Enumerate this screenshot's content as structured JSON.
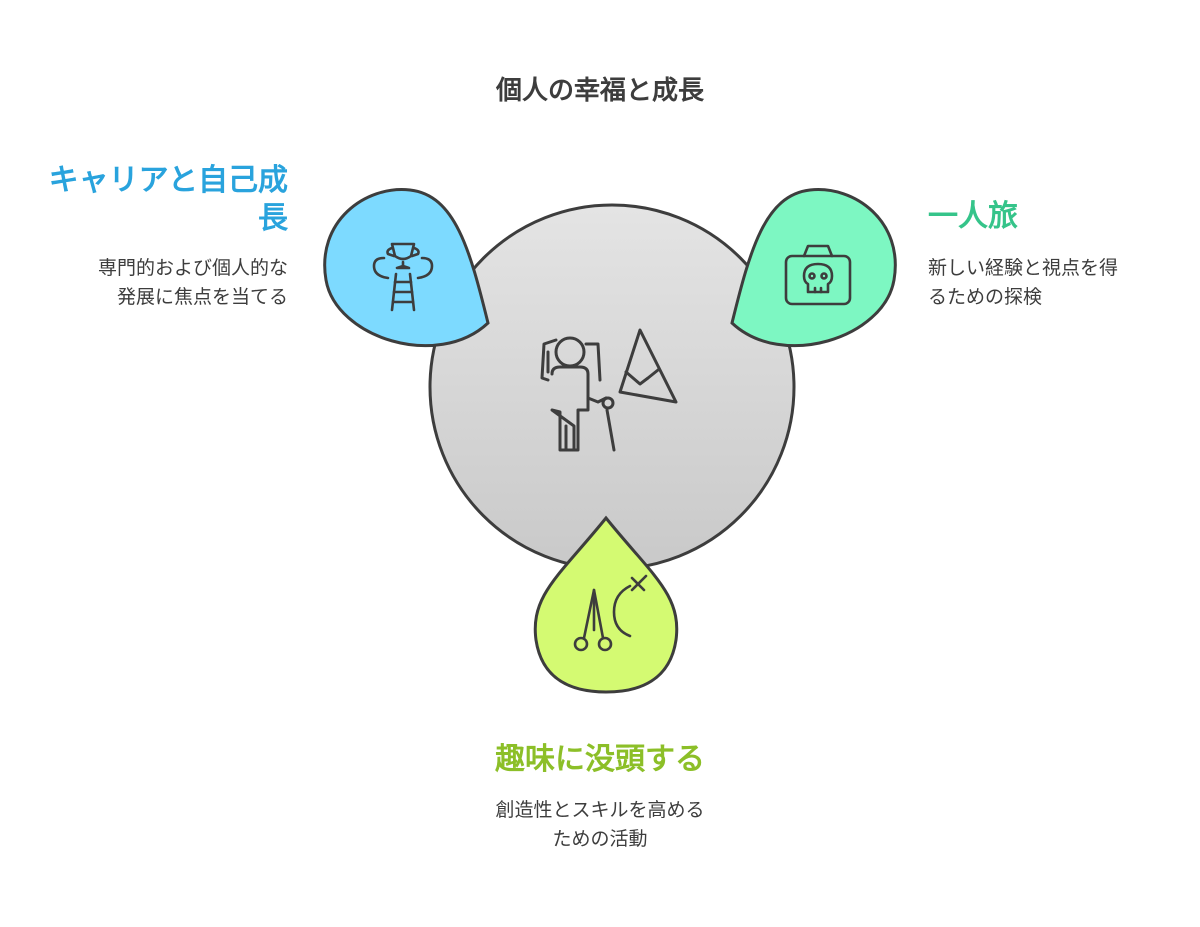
{
  "title": "個人の幸福と成長",
  "colors": {
    "career": "#29a3dd",
    "career_fill": "#7ddaff",
    "solo": "#35c48a",
    "solo_fill": "#7df7c2",
    "hobby": "#8cbf28",
    "hobby_fill": "#d4fa72",
    "center_fill": "#d9d9d9",
    "stroke": "#3d3d3d"
  },
  "nodes": {
    "career": {
      "heading": "キャリアと自己成長",
      "heading_lines": [
        "キャリアと自己成",
        "長"
      ],
      "description_lines": [
        "専門的および個人的な",
        "発展に焦点を当てる"
      ],
      "icon": "trophy-ladder-icon"
    },
    "solo": {
      "heading": "一人旅",
      "description_lines": [
        "新しい経験と視点を得",
        "るための探検"
      ],
      "icon": "camera-skull-icon"
    },
    "hobby": {
      "heading": "趣味に没頭する",
      "description_lines": [
        "創造性とスキルを高める",
        "ための活動"
      ],
      "icon": "scissors-symbol-icon"
    }
  },
  "center": {
    "icon": "hiker-mountain-icon"
  }
}
